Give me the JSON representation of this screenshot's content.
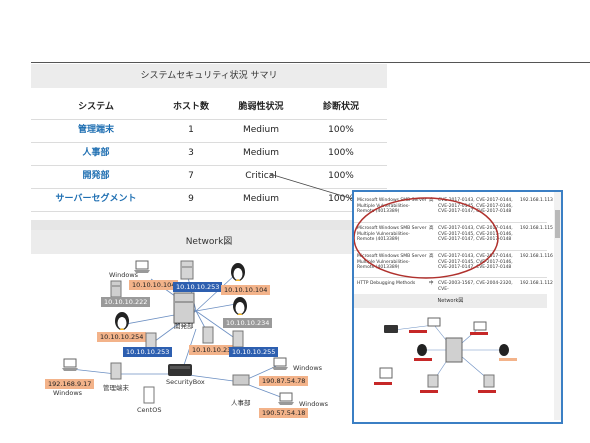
{
  "summary": {
    "title": "システムセキュリティ状況 サマリ",
    "headers": [
      "システム",
      "ホスト数",
      "脆弱性状況",
      "診断状況"
    ],
    "rows": [
      {
        "system": "管理端末",
        "hosts": "1",
        "status": "Medium",
        "diag": "100%"
      },
      {
        "system": "人事部",
        "hosts": "3",
        "status": "Medium",
        "diag": "100%"
      },
      {
        "system": "開発部",
        "hosts": "7",
        "status": "Critical",
        "diag": "100%"
      },
      {
        "system": "サーバーセグメント",
        "hosts": "9",
        "status": "Medium",
        "diag": "100%"
      }
    ]
  },
  "network": {
    "title": "Network図",
    "nodes": {
      "windows_top_label": "Windows",
      "windows_top_ip": "10.10.10.222",
      "windows_left_ip": "10.10.10.254",
      "server_top_ip": "10.10.10.104",
      "server_top_ip2": "10.10.10.253",
      "linux_top_ip": "10.10.10.104",
      "server_mid_ip": "10.10.10.234",
      "server_bottom_ip": "10.10.10.233",
      "server_bottom_ip2": "10.10.10.255",
      "left_blue_ip": "10.10.10.253",
      "dev_label": "開発部",
      "kanri_label": "管理端末",
      "securitybox_label": "SecurityBox",
      "centos_label": "CentOS",
      "jinji_label": "人事部",
      "win_left_ip": "192.168.9.17",
      "win_left_label": "Windows",
      "win_right1_label": "Windows",
      "win_right1_ip": "190.87.54.78",
      "win_right2_label": "Windows",
      "win_right2_ip": "190.57.54.18"
    }
  },
  "popup": {
    "rows": [
      {
        "name": "Microsoft Windows SMB Server Multiple Vulnerabilities-Remote (4013389)",
        "sev": "高",
        "cve": "CVE-2017-0143, CVE-2017-0144, CVE-2017-0145, CVE-2017-0146, CVE-2017-0147, CVE-2017-0148",
        "ip": "192.168.1.113"
      },
      {
        "name": "Microsoft Windows SMB Server Multiple Vulnerabilities-Remote (4013389)",
        "sev": "高",
        "cve": "CVE-2017-0143, CVE-2017-0144, CVE-2017-0145, CVE-2017-0146, CVE-2017-0147, CVE-2017-0148",
        "ip": "192.168.1.115"
      },
      {
        "name": "Microsoft Windows SMB Server Multiple Vulnerabilities-Remote (4013389)",
        "sev": "高",
        "cve": "CVE-2017-0143, CVE-2017-0144, CVE-2017-0145, CVE-2017-0146, CVE-2017-0147, CVE-2017-0148",
        "ip": "192.168.1.116"
      },
      {
        "name": "HTTP Debugging Methods",
        "sev": "中",
        "cve": "CVE-2003-1567, CVE-2004-2320, CVE-",
        "ip": "192.168.1.112"
      }
    ],
    "mini_title": "Network図"
  },
  "colors": {
    "accent_blue": "#3b7fc4",
    "ellipse_red": "#b0312d",
    "link_blue": "#1f6fb2"
  }
}
